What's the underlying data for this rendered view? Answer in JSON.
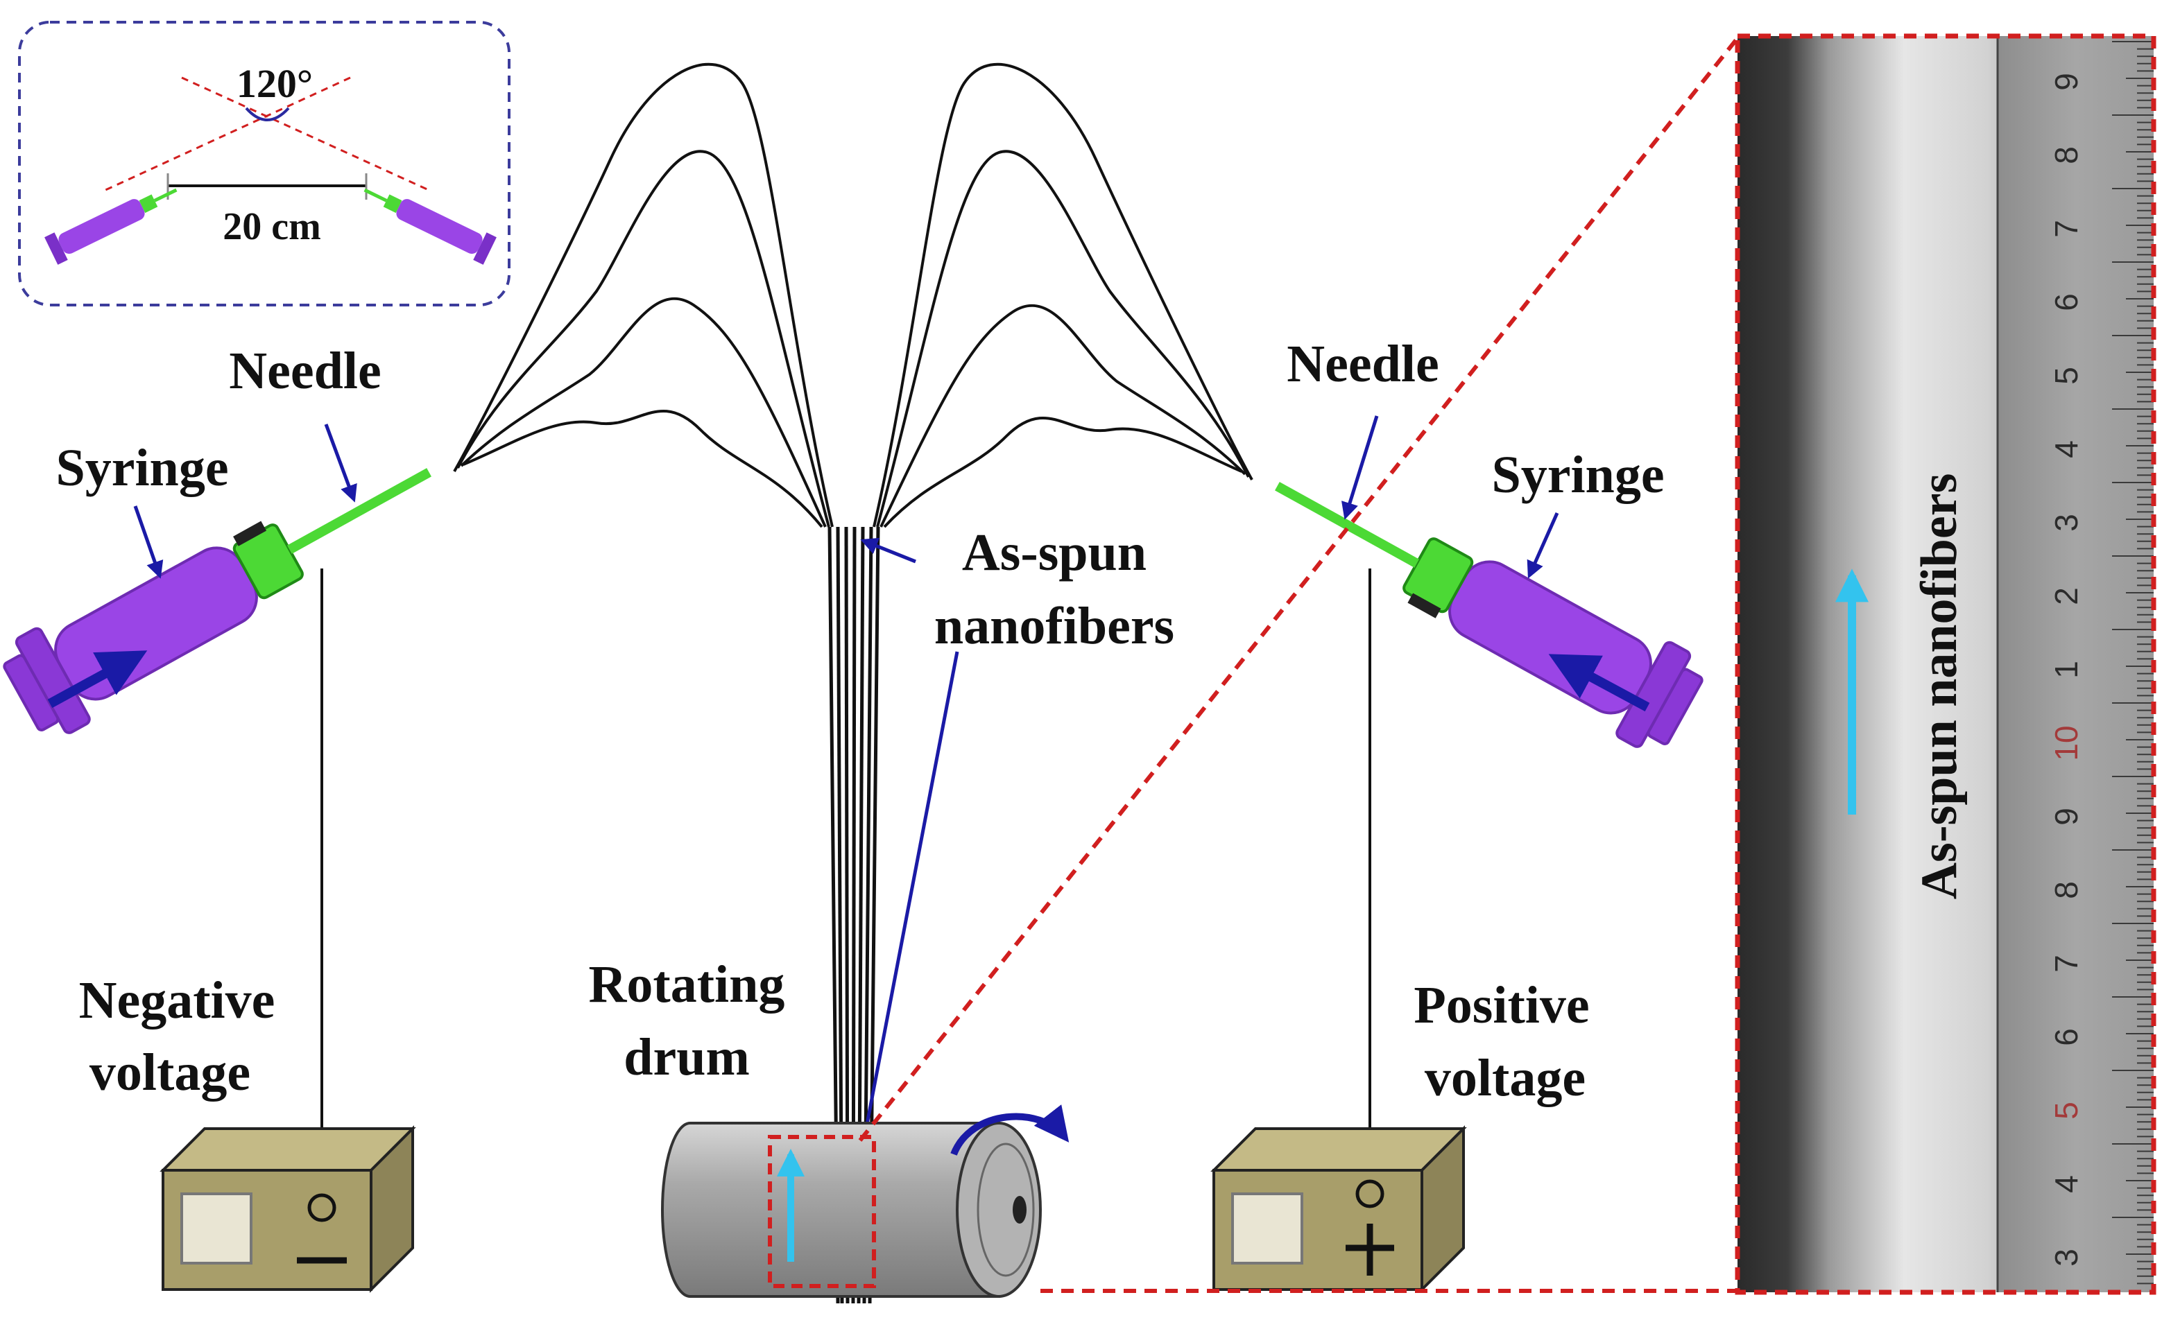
{
  "inset": {
    "angle": "120°",
    "distance": "20 cm"
  },
  "labels": {
    "needle_left": "Needle",
    "needle_right": "Needle",
    "syringe_left": "Syringe",
    "syringe_right": "Syringe",
    "fibers_line1": "As-spun",
    "fibers_line2": "nanofibers",
    "drum_line1": "Rotating",
    "drum_line2": "drum",
    "neg_line1": "Negative",
    "neg_line2": "voltage",
    "pos_line1": "Positive",
    "pos_line2": "voltage"
  },
  "photo": {
    "label": "As-spun nanofibers",
    "ruler_top": [
      "9",
      "8",
      "7",
      "6",
      "5",
      "4",
      "3",
      "2",
      "1"
    ],
    "ruler_bottom": [
      "10",
      "9",
      "8",
      "7",
      "6",
      "5",
      "4",
      "3"
    ]
  },
  "colors": {
    "syringe": "#9a45e6",
    "needle": "#4cd935",
    "arrow": "#1a1aa6",
    "flow_arrow": "#33c3ee",
    "dash_red": "#d11f1f",
    "box": "#a89e6a",
    "drum": "#9a9a9a"
  }
}
